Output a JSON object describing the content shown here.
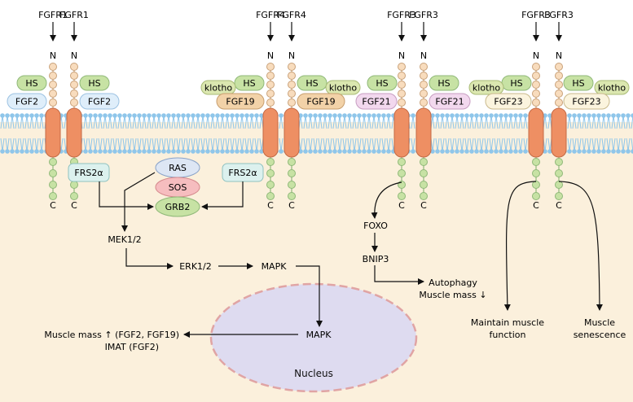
{
  "receptors": {
    "fgfr1_left": "FGFR1",
    "fgfr1_right": "FGFR1",
    "fgfr4_left": "FGFR4",
    "fgfr4_right": "FGFR4",
    "fgfr3a_left": "FGFR3",
    "fgfr3a_right": "FGFR3",
    "fgfr3b_left": "FGFR3",
    "fgfr3b_right": "FGFR3"
  },
  "termini": {
    "n": "N",
    "c": "C"
  },
  "cofactors": {
    "hs": "HS",
    "klotho": "klotho"
  },
  "ligands": {
    "fgf2": "FGF2",
    "fgf19": "FGF19",
    "fgf21": "FGF21",
    "fgf23": "FGF23"
  },
  "adaptors": {
    "frs2a": "FRS2α",
    "ras": "RAS",
    "sos": "SOS",
    "grb2": "GRB2"
  },
  "pathway": {
    "mek": "MEK1/2",
    "erk": "ERK1/2",
    "mapk_cytoplasm": "MAPK",
    "mapk_nucleus": "MAPK",
    "foxo": "FOXO",
    "bnip3": "BNIP3"
  },
  "outcomes": {
    "muscle_mass_up": "Muscle mass ↑ (FGF2, FGF19)",
    "imat": "IMAT (FGF2)",
    "autophagy": "Autophagy",
    "muscle_mass_down": "Muscle mass ↓",
    "maintain_line1": "Maintain muscle",
    "maintain_line2": "function",
    "senescence_line1": "Muscle",
    "senescence_line2": "senescence"
  },
  "nucleus_label": "Nucleus",
  "colors": {
    "cytoplasm": "#fbf0dc",
    "membrane_head": "#8fc6ea",
    "receptor": "#ee8f63",
    "hs_fill": "#c7e2a4",
    "klotho_fill": "#dbe7b0",
    "fgf2_fill": "#dfeefa",
    "fgf19_fill": "#f2d2a8",
    "fgf21_fill": "#f2d8ee",
    "fgf23_fill": "#fbf4de",
    "ras_fill": "#dde6f4",
    "sos_fill": "#f6bdbf",
    "grb2_fill": "#c7e2a4",
    "frs2a_fill": "#dcf1ee",
    "nucleus_fill": "#dedbf0",
    "nucleus_border": "#e0a4a4"
  }
}
